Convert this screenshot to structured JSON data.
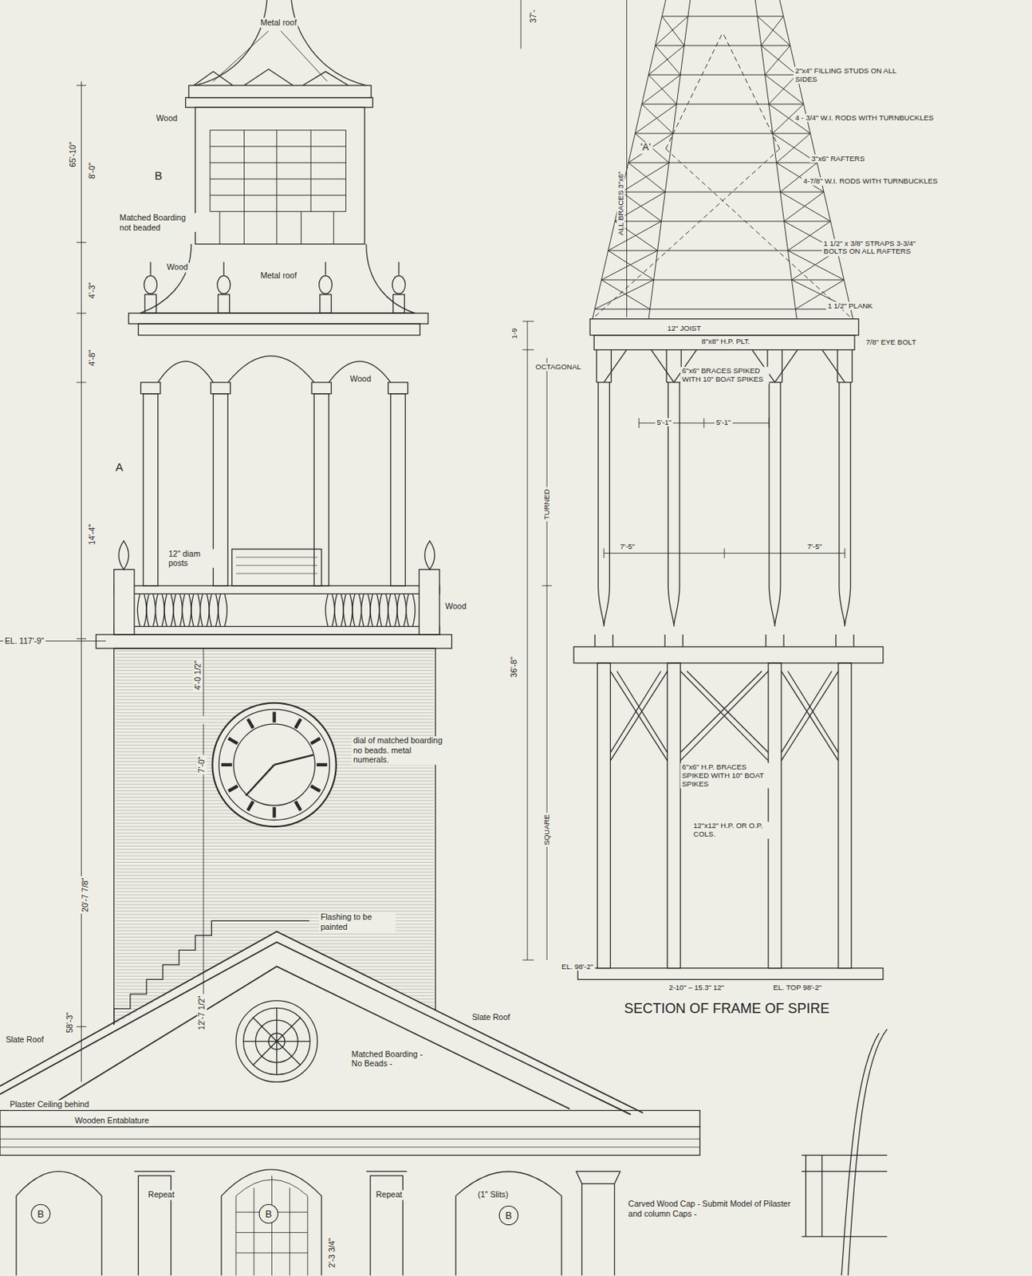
{
  "diagram": {
    "nodes": [
      {
        "text": [
          "B"
        ]
      },
      {
        "text": [
          "B"
        ]
      },
      {
        "text": [
          "B"
        ]
      }
    ],
    "labels": [
      "37'-",
      "Metal roof",
      "Wood",
      "B",
      "65'-10\"",
      "8'-0\"",
      "Matched Boarding not beaded",
      "Wood",
      "Metal roof",
      "4'-3\"",
      "4'-8\"",
      "Wood",
      "A",
      "14'-4\"",
      "12\" diam posts",
      "Wood",
      "EL. 117'-9\"",
      "4'-0 1/2\"",
      "7'-0\"",
      "dial of matched boarding no beads. metal numerals.",
      "20'-7 7/8\"",
      "Flashing to be painted",
      "12'-7 1/2\"",
      "58'-3\"",
      "Slate Roof",
      "Slate Roof",
      "Matched Boarding - No Beads -",
      "Plaster Ceiling behind",
      "Wooden Entablature",
      "Repeat",
      "Repeat",
      "(1\" Slits)",
      "2'-3 3/4\"",
      "Carved Wood Cap - Submit Model of Pilaster and column Caps -",
      "2\"x4\" FILLING STUDS ON ALL SIDES",
      "4 - 3/4\" W.I. RODS WITH TURNBUCKLES",
      "3\"x6\" RAFTERS",
      "4-7/8\" W.I. RODS WITH TURNBUCKLES",
      "1 1/2\" x 3/8\" STRAPS 3-3/4\" BOLTS ON ALL RAFTERS",
      "1 1/2\" PLANK",
      "'A'",
      "ALL BRACES 3\"x6\"",
      "12\" JOIST",
      "8\"x8\" H.P. PLT.",
      "7/8\" EYE BOLT",
      "1-9",
      "OCTAGONAL",
      "6\"x6\" BRACES SPIKED WITH 10\" BOAT SPIKES",
      "5'-1\"",
      "5'-1\"",
      "TURNED",
      "7'-5\"",
      "7'-5\"",
      "36'-8\"",
      "6\"x6\" H.P. BRACES SPIKED WITH 10\" BOAT SPIKES",
      "12\"x12\" H.P. OR O.P. COLS.",
      "SQUARE",
      "EL. 98'-2\"",
      "2-10\" – 15.3\" 12\"",
      "EL. TOP 98'-2\"",
      "SECTION OF FRAME OF SPIRE"
    ]
  }
}
